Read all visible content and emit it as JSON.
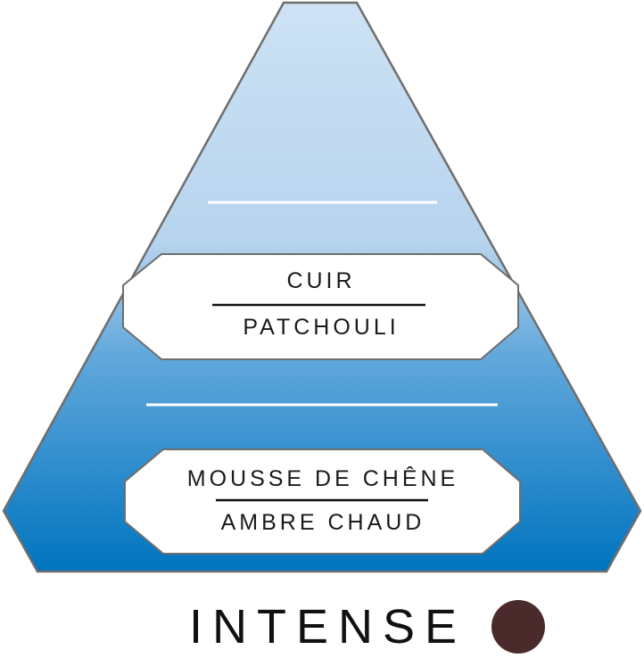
{
  "pyramid": {
    "colors": {
      "top": "#cde2f4",
      "top_mid": "#b7d4ee",
      "middle": "#62a8dc",
      "base": "#0074bf",
      "outline": "#6e6e6e",
      "divider": "#ffffff"
    },
    "heart_notes": {
      "primary": "CUIR",
      "secondary": "PATCHOULI"
    },
    "base_notes": {
      "primary": "MOUSSE DE CHÊNE",
      "secondary": "AMBRE CHAUD"
    }
  },
  "intensity": {
    "label": "INTENSE",
    "color": "#4a2a2a"
  }
}
